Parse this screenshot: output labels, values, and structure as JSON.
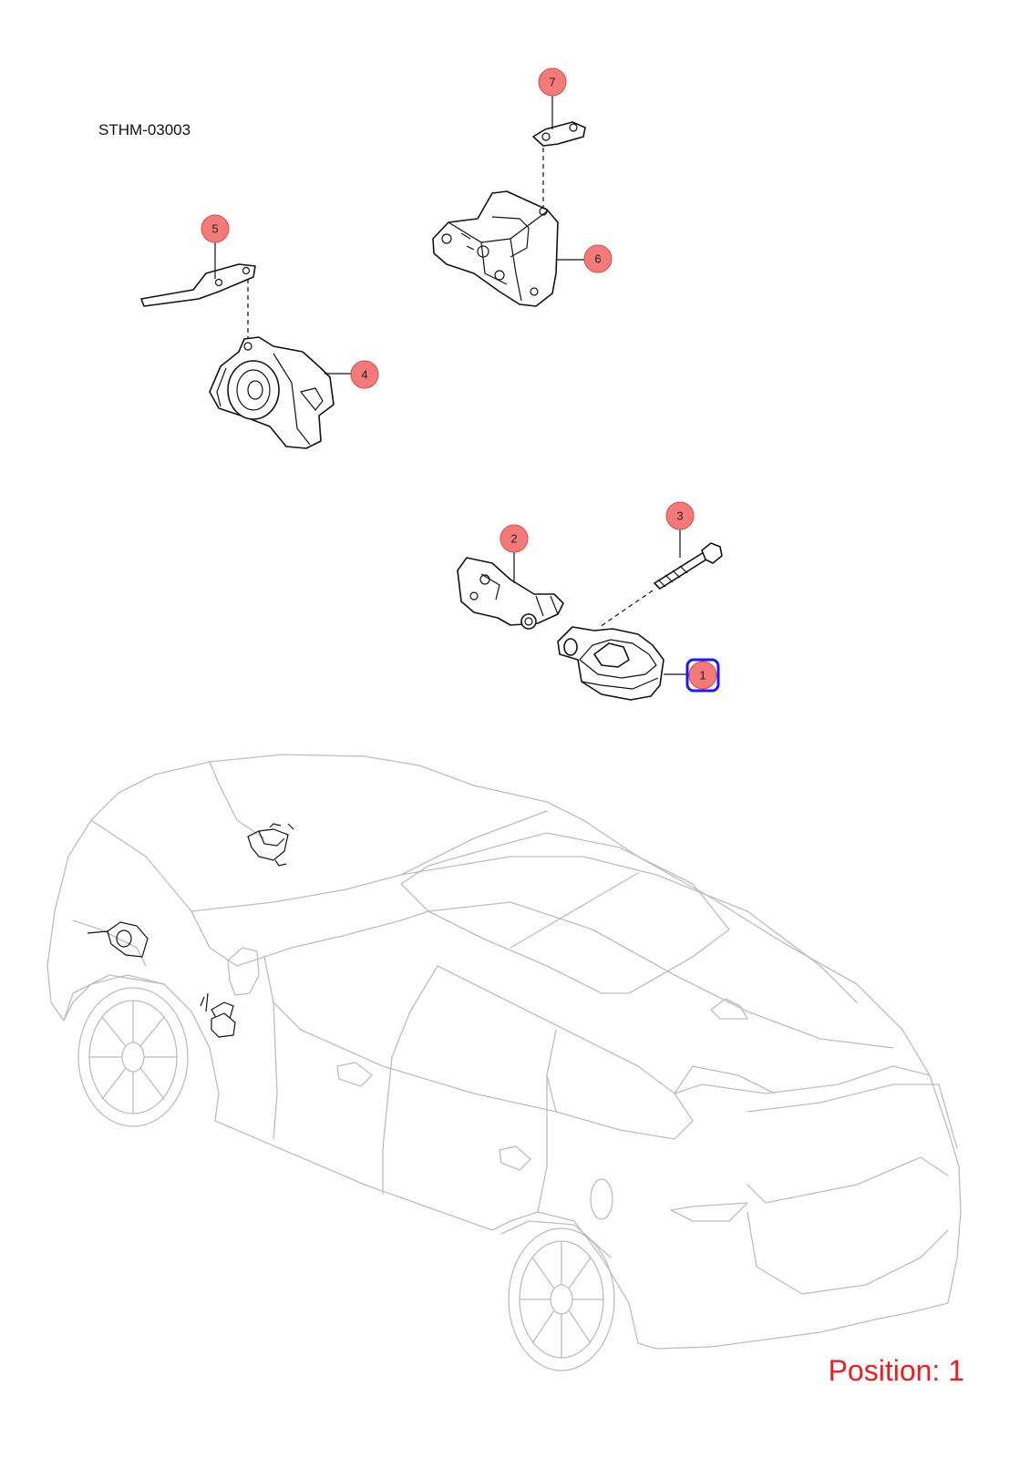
{
  "diagram": {
    "reference_code": "STHM-03003",
    "position_label": "Position: 1",
    "colors": {
      "callout_fill": "#f47a7a",
      "callout_stroke": "#d84a4a",
      "highlight": "#1a1aff",
      "position_text": "#ee1c1c",
      "car_outline": "#bdbdbd"
    },
    "selected_callout": "1",
    "callouts": [
      {
        "id": "c1",
        "label": "1"
      },
      {
        "id": "c2",
        "label": "2"
      },
      {
        "id": "c3",
        "label": "3"
      },
      {
        "id": "c4",
        "label": "4"
      },
      {
        "id": "c5",
        "label": "5"
      },
      {
        "id": "c6",
        "label": "6"
      },
      {
        "id": "c7",
        "label": "7"
      }
    ]
  }
}
